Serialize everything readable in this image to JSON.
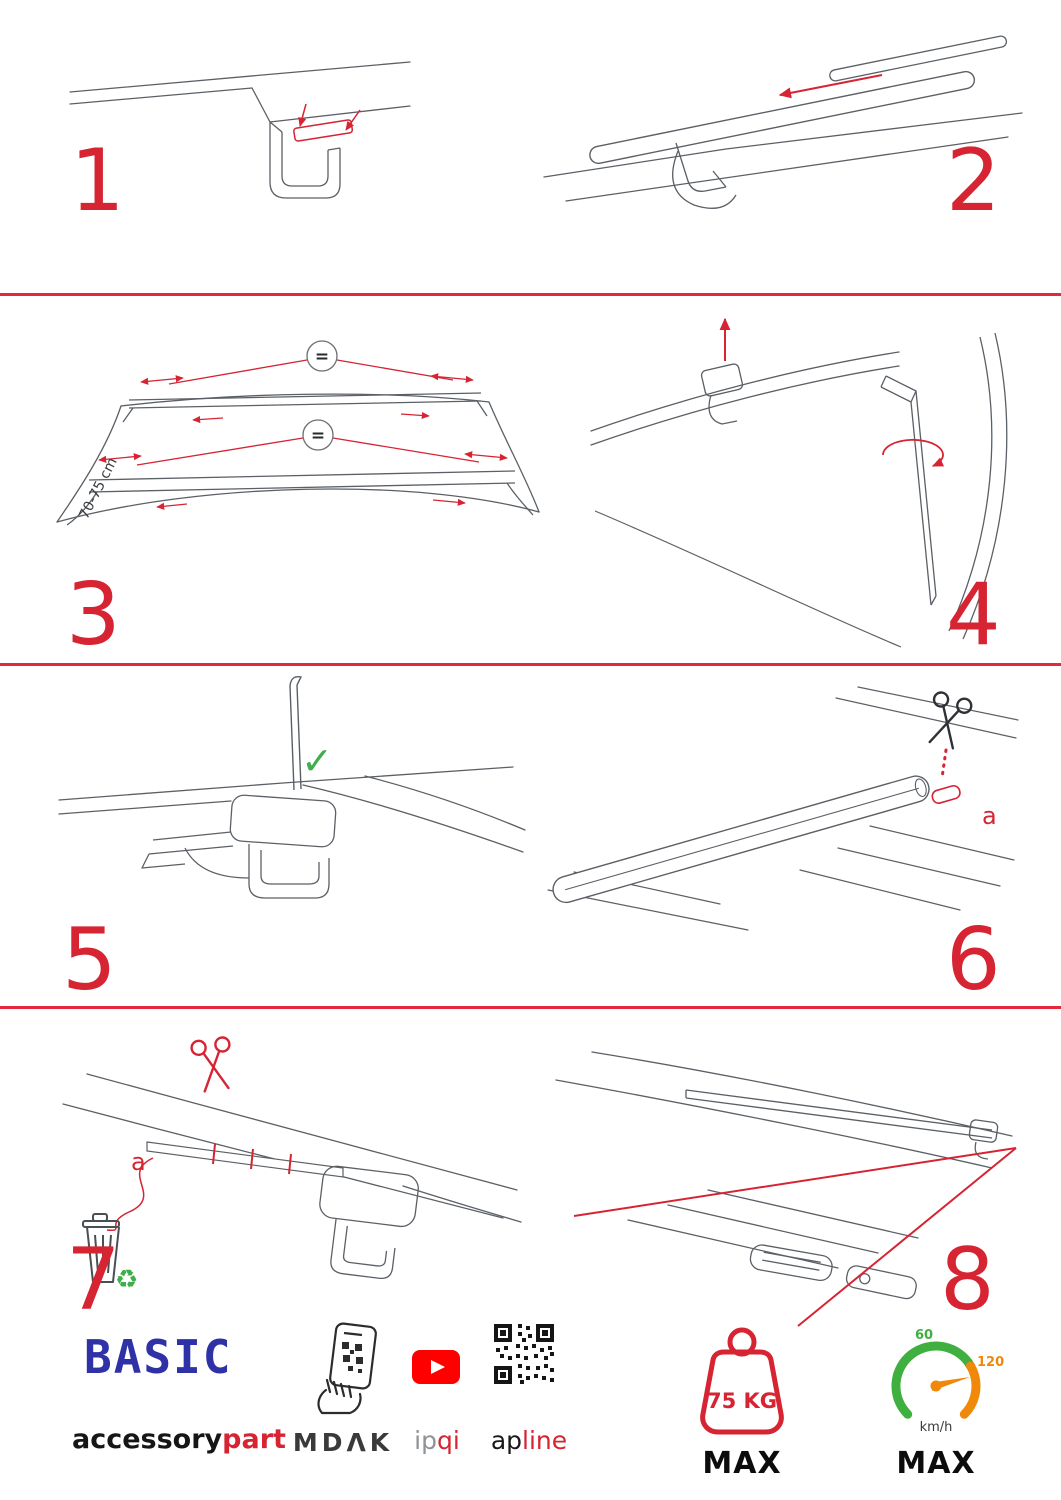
{
  "accent_color": "#d62433",
  "steps": {
    "s1": {
      "number": "1"
    },
    "s2": {
      "number": "2"
    },
    "s3": {
      "number": "3",
      "measurement": "70-75 cm",
      "equal": "="
    },
    "s4": {
      "number": "4"
    },
    "s5": {
      "number": "5"
    },
    "s6": {
      "number": "6",
      "cut_label": "a"
    },
    "s7": {
      "number": "7",
      "cut_label": "a"
    },
    "s8": {
      "number": "8"
    }
  },
  "icons": {
    "check": "✓",
    "recycle": "♻"
  },
  "footer": {
    "brand": {
      "title": "BASIC",
      "subtitle_black": "accessory",
      "subtitle_red": "part"
    },
    "mdak_label": "MDΛK",
    "ipqi": {
      "gray": "ip",
      "red": "qi"
    },
    "apline": {
      "black": "ap",
      "red": "line"
    },
    "weight": {
      "value": "75 KG",
      "max": "MAX"
    },
    "speed": {
      "low": "60",
      "high": "120",
      "unit": "km/h",
      "max": "MAX"
    }
  }
}
